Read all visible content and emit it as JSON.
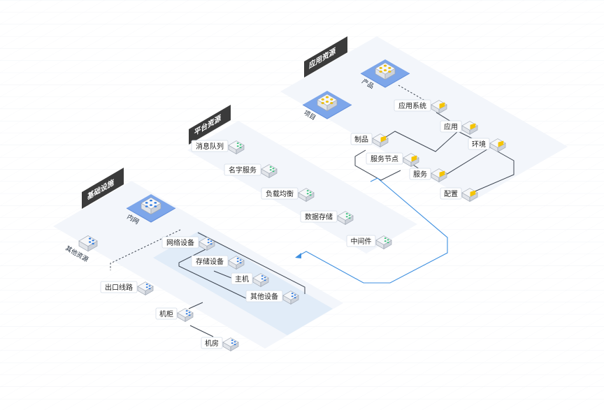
{
  "sections": {
    "application": {
      "title": "应用资源"
    },
    "platform": {
      "title": "平台资源"
    },
    "infrastructure": {
      "title": "基础设施"
    }
  },
  "application_nodes": {
    "product": "产品",
    "project": "项目",
    "app_system": "应用系统",
    "app": "应用",
    "artifact": "制品",
    "environment": "环境",
    "service_node": "服务节点",
    "service": "服务",
    "config": "配置"
  },
  "platform_nodes": {
    "message_queue": "消息队列",
    "name_service": "名字服务",
    "load_balance": "负载均衡",
    "data_storage": "数据存储",
    "middleware": "中间件"
  },
  "infrastructure_nodes": {
    "intranet": "内网",
    "other_resources": "其他资源",
    "network_device": "网络设备",
    "storage_device": "存储设备",
    "host": "主机",
    "other_device": "其他设备",
    "egress_line": "出口线路",
    "cabinet": "机柜",
    "machine_room": "机房"
  },
  "colors": {
    "platform_background": "#f3f6fb",
    "inner_zone": "#e1ecf8",
    "highlight_tile": "#7da6ea",
    "cube_top": "#f6f7f9",
    "cube_left": "#e2e5ea",
    "cube_right": "#cdd2da",
    "app_icon": "#f5c400",
    "platform_icon": "#34c27a",
    "infra_icon": "#2f7be0",
    "section_tag": "#3b3b3b",
    "link_blue": "#3d8fe0"
  },
  "icons": {
    "application": "yellow-diamond-icon",
    "platform": "green-dots-icon",
    "infrastructure": "blue-dots-icon",
    "highlight": "dots-grid-icon"
  }
}
